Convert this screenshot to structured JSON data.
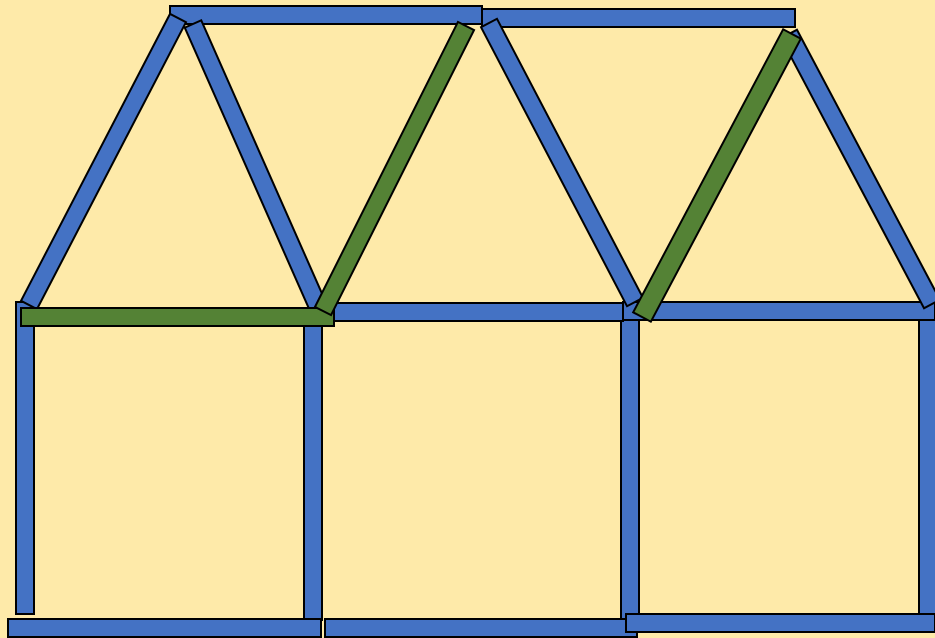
{
  "colors": {
    "background": "#FEEAA9",
    "stick_blue": "#4472C4",
    "stick_green": "#548235",
    "outline": "#000000"
  },
  "sticks": [
    {
      "id": "roof-top-left",
      "color": "blue"
    },
    {
      "id": "roof-top-right",
      "color": "blue"
    },
    {
      "id": "left-post",
      "color": "blue"
    },
    {
      "id": "middle-left-post",
      "color": "blue"
    },
    {
      "id": "middle-right-post",
      "color": "blue"
    },
    {
      "id": "right-post",
      "color": "blue"
    },
    {
      "id": "base-left",
      "color": "blue"
    },
    {
      "id": "base-middle",
      "color": "blue"
    },
    {
      "id": "base-right",
      "color": "blue"
    },
    {
      "id": "beam-middle",
      "color": "blue"
    },
    {
      "id": "beam-right",
      "color": "blue"
    },
    {
      "id": "left-diagonal-1",
      "color": "blue"
    },
    {
      "id": "left-diagonal-2",
      "color": "blue"
    },
    {
      "id": "middle-diagonal-1",
      "color": "blue"
    },
    {
      "id": "right-diagonal",
      "color": "blue"
    },
    {
      "id": "beam-left",
      "color": "green"
    },
    {
      "id": "green-diagonal-1",
      "color": "green"
    },
    {
      "id": "green-diagonal-2",
      "color": "green"
    }
  ]
}
